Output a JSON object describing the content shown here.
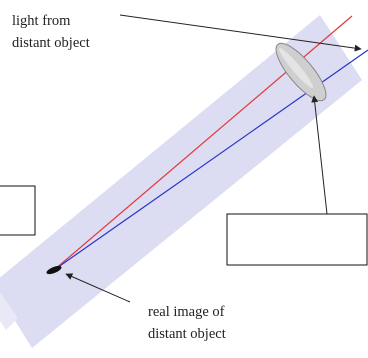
{
  "labels": {
    "light_line1": "light from",
    "light_line2": "distant object",
    "image_line1": "real image of",
    "image_line2": "distant object"
  },
  "colors": {
    "beam": "#dcdcf2",
    "red_ray": "#e23a3a",
    "blue_ray": "#2a36c8",
    "lens": "#c9c9c9",
    "focus": "#111111",
    "pointer": "#222222",
    "box_stroke": "#111111"
  }
}
